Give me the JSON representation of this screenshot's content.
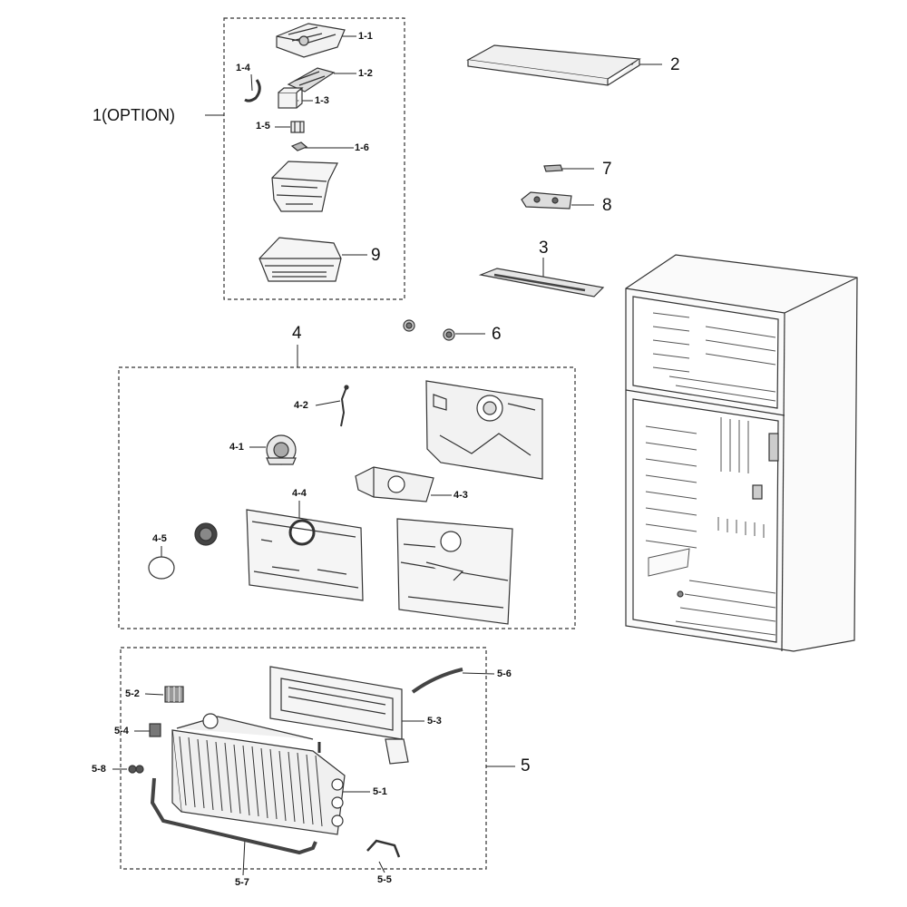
{
  "labels": {
    "l1_1": "1-1",
    "l1_2": "1-2",
    "l1_3": "1-3",
    "l1_4": "1-4",
    "l1_5": "1-5",
    "l1_6": "1-6",
    "l1": "1(OPTION)",
    "l2": "2",
    "l3": "3",
    "l4": "4",
    "l4_1": "4-1",
    "l4_2": "4-2",
    "l4_3": "4-3",
    "l4_4": "4-4",
    "l4_5": "4-5",
    "l5": "5",
    "l5_1": "5-1",
    "l5_2": "5-2",
    "l5_3": "5-3",
    "l5_4": "5-4",
    "l5_5": "5-5",
    "l5_6": "5-6",
    "l5_7": "5-7",
    "l5_8": "5-8",
    "l6": "6",
    "l7": "7",
    "l8": "8",
    "l9": "9"
  }
}
